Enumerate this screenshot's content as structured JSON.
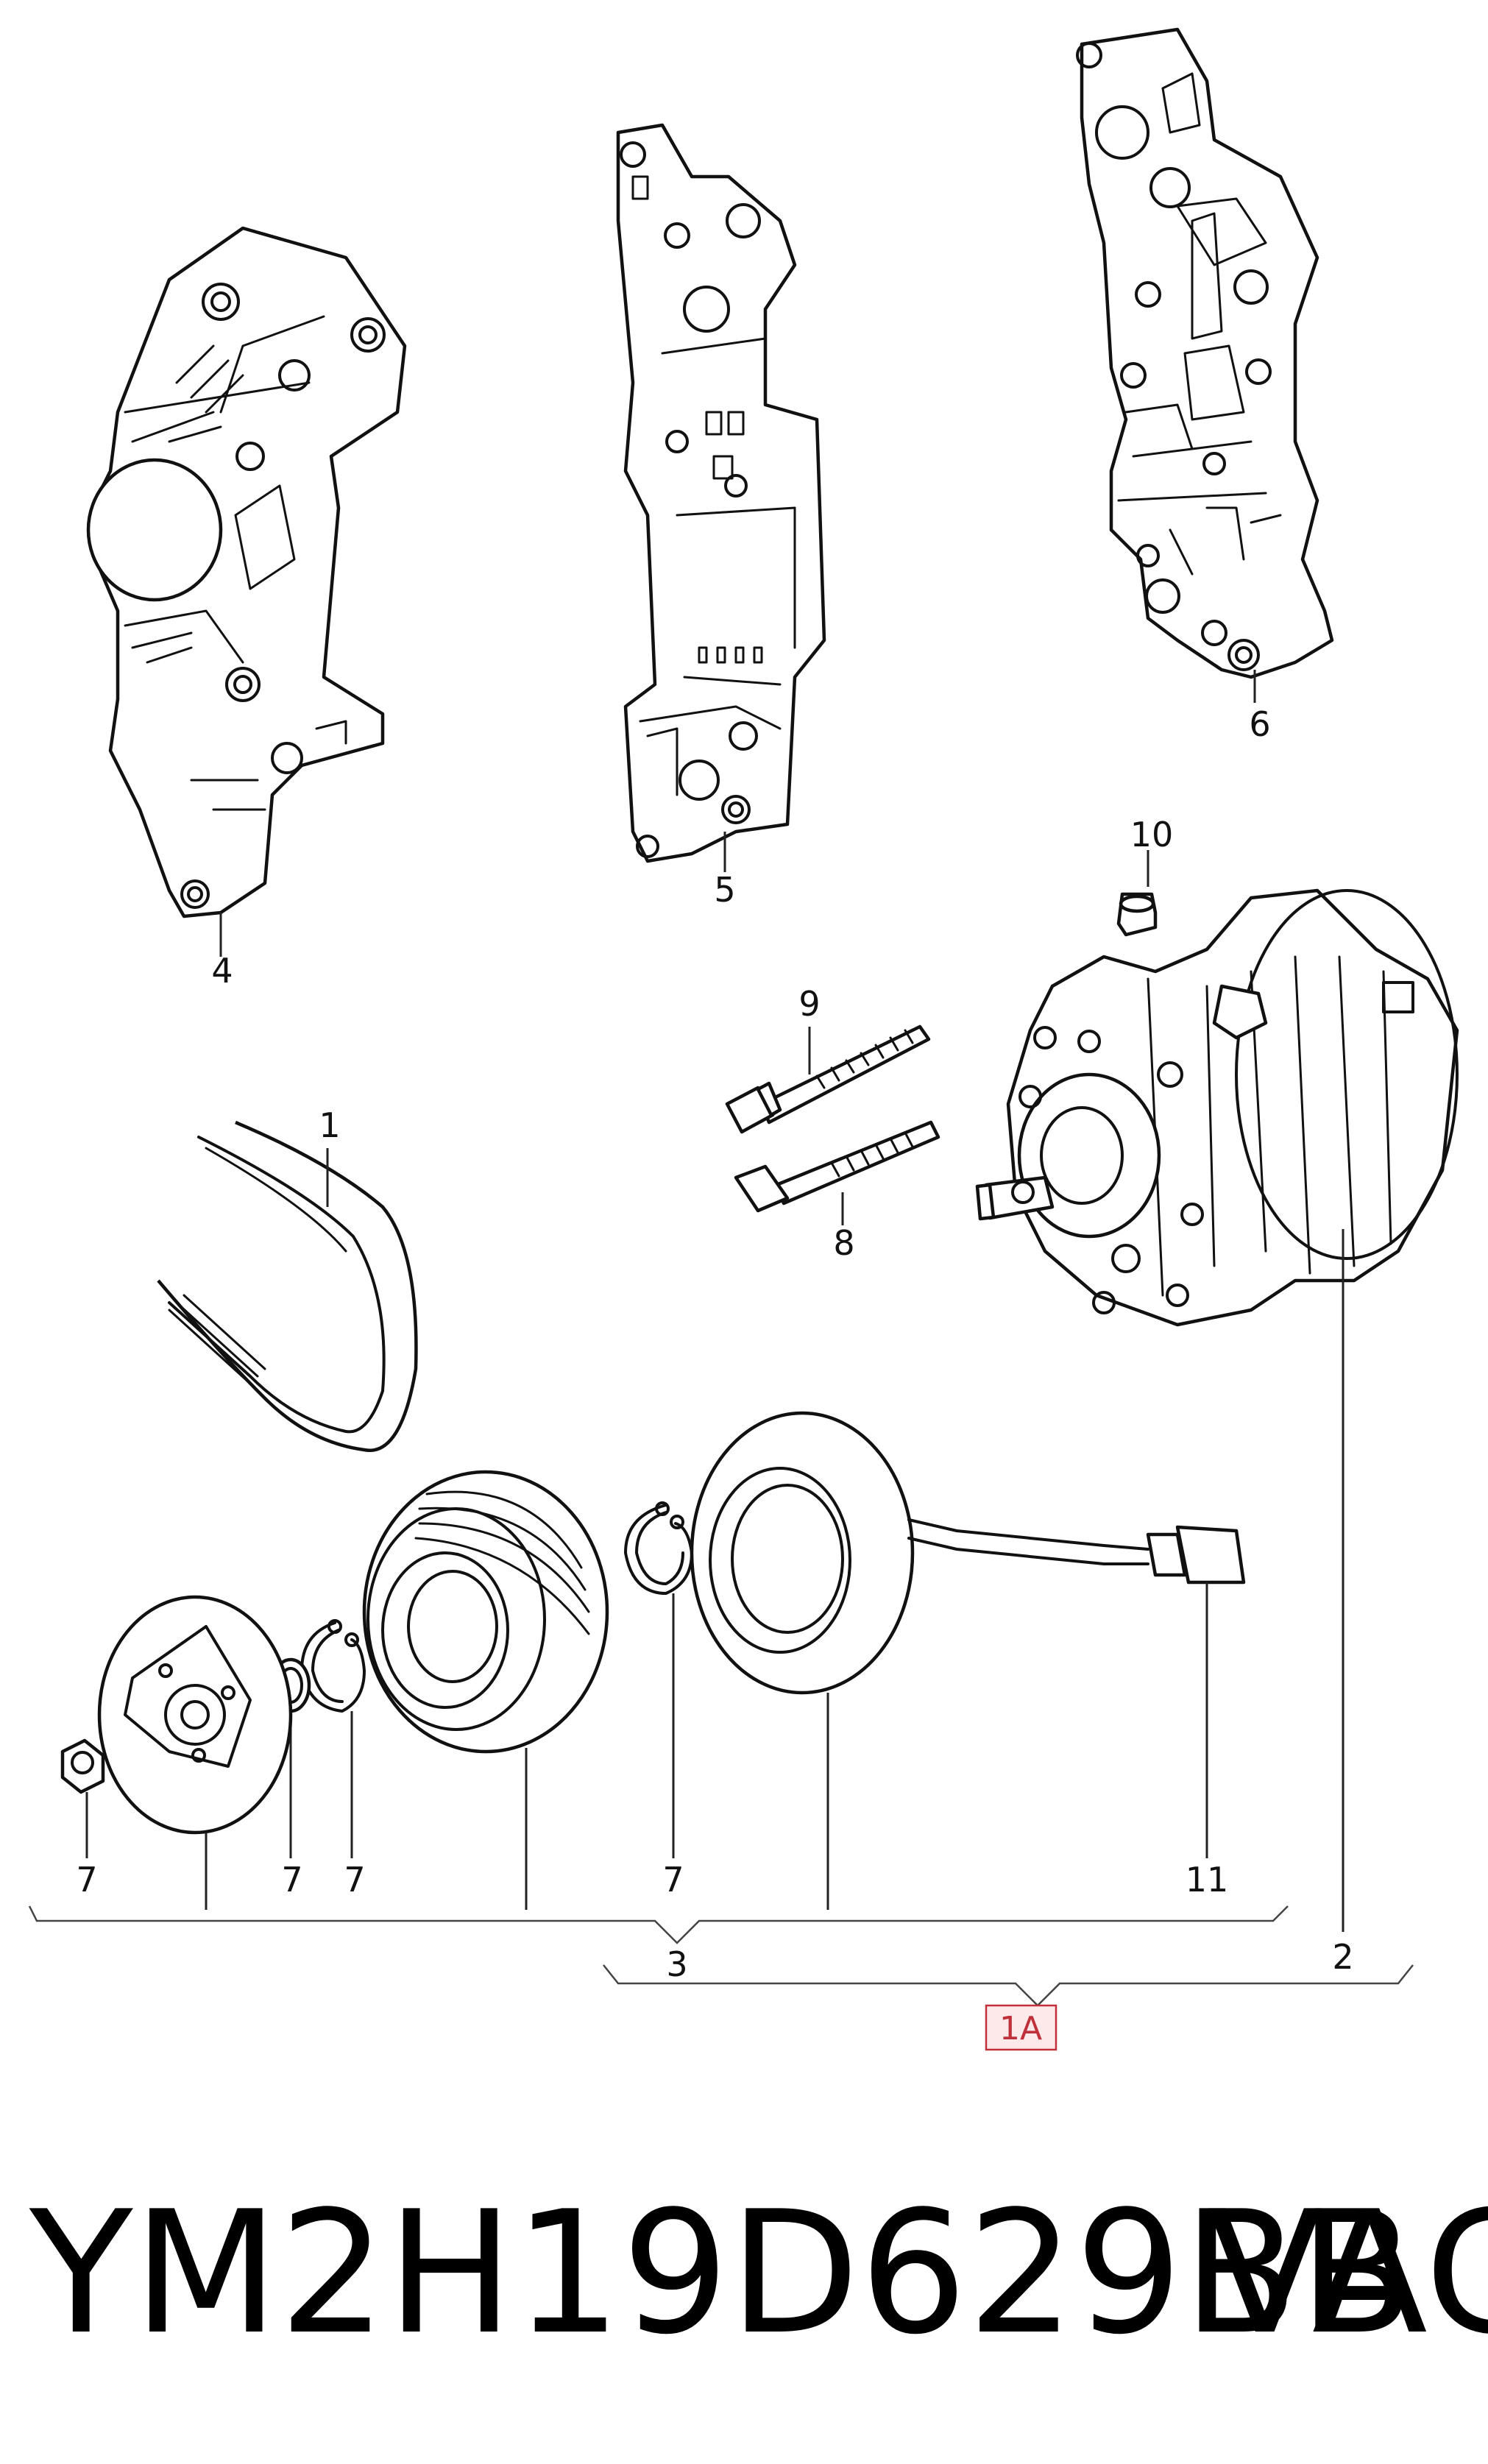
{
  "callouts": {
    "c1": "1",
    "c2": "2",
    "c3": "3",
    "c4": "4",
    "c5": "5",
    "c6": "6",
    "c7a": "7",
    "c7b": "7",
    "c7c": "7",
    "c7d": "7",
    "c8": "8",
    "c9": "9",
    "c10": "10",
    "c11": "11",
    "ref": "1A"
  },
  "caption": {
    "part_number": "YM2H19D629BB",
    "brand": "VAG"
  },
  "colors": {
    "line": "#111111",
    "reference_box": "#c0303a",
    "reference_fill": "#fde8ea"
  }
}
